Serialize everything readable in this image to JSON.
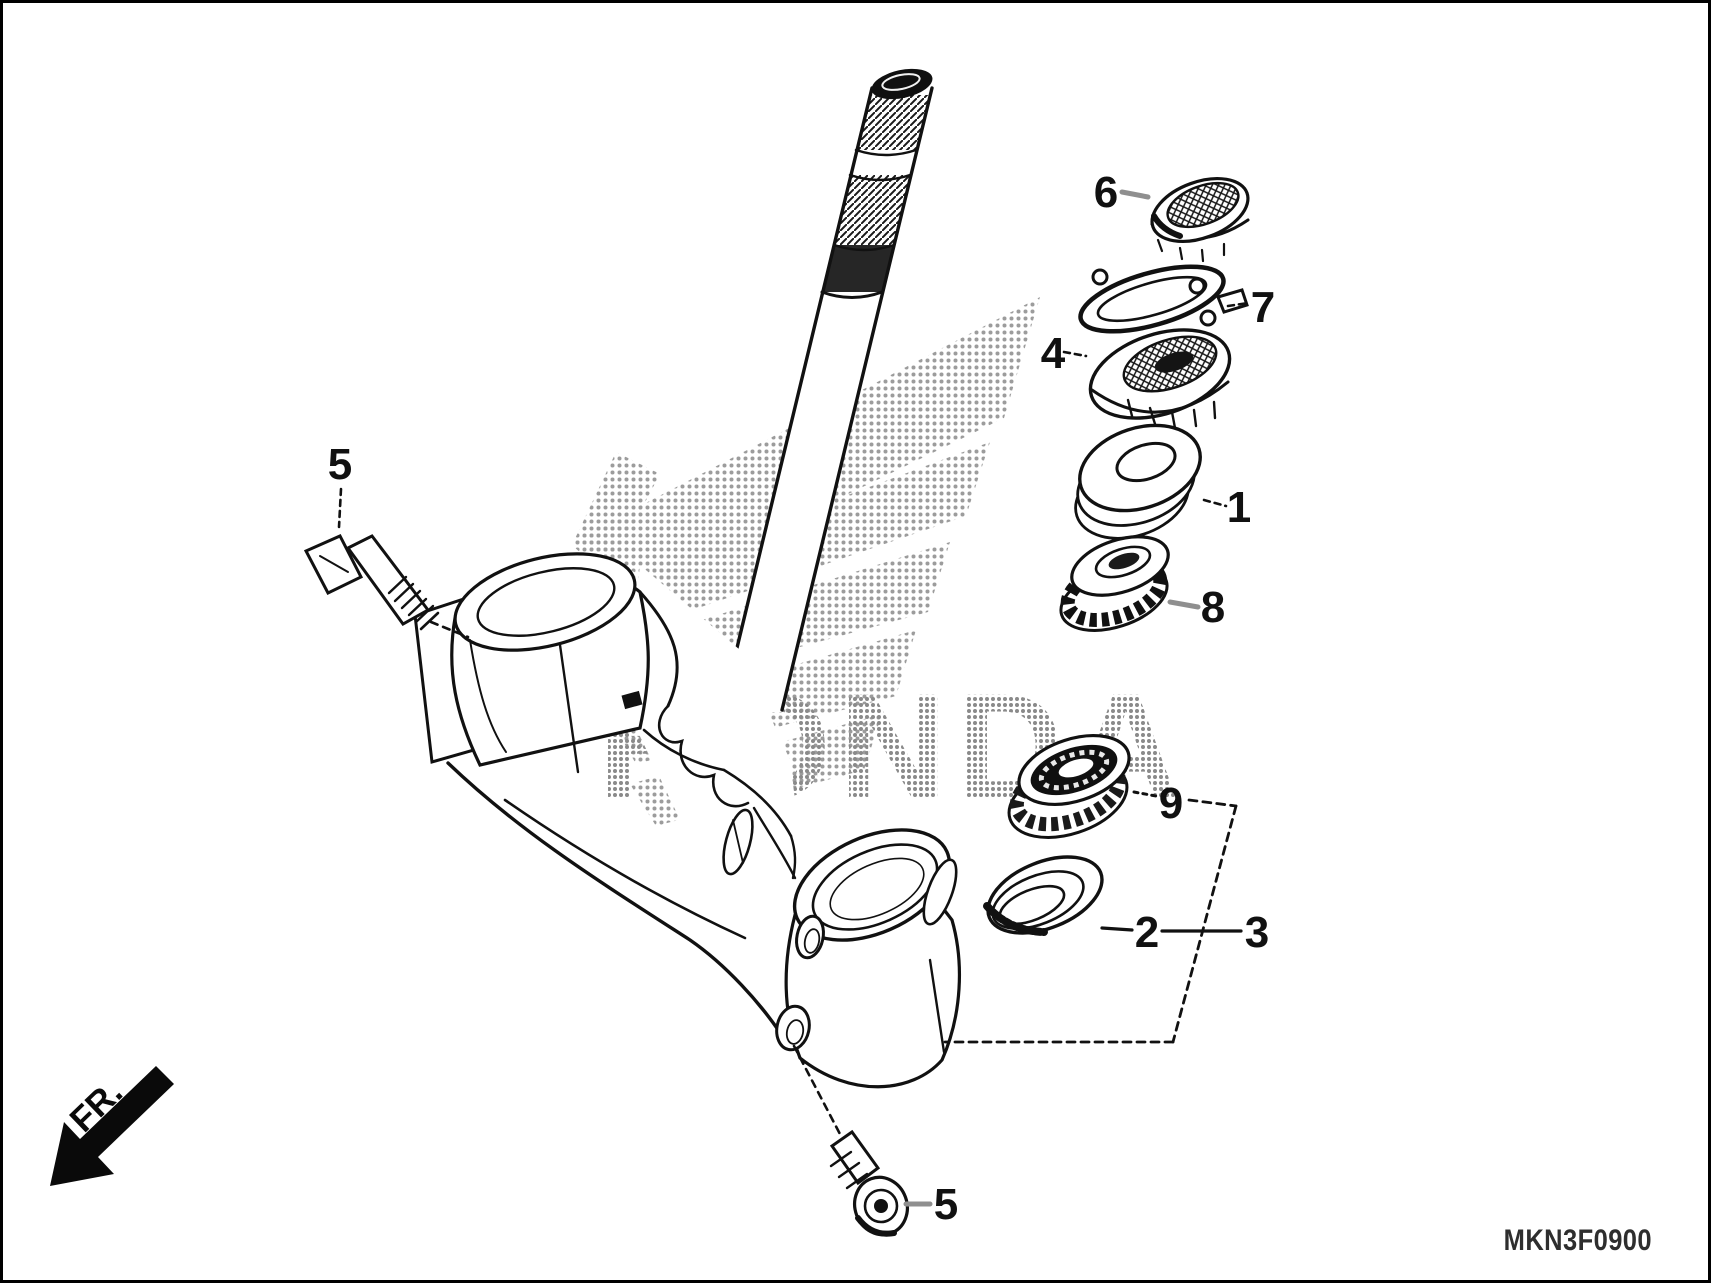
{
  "diagram": {
    "code": "MKN3F0900",
    "front_marker": "FR.",
    "watermark_brand": "HONDA"
  },
  "colors": {
    "line": "#111111",
    "leader_gray": "#8f8f8f",
    "halftone_gray": "#9c9c9c",
    "background": "#ffffff"
  },
  "callouts": [
    {
      "label": "1"
    },
    {
      "label": "2"
    },
    {
      "label": "3"
    },
    {
      "label": "4"
    },
    {
      "label": "5"
    },
    {
      "label": "5"
    },
    {
      "label": "6"
    },
    {
      "label": "7"
    },
    {
      "label": "8"
    },
    {
      "label": "9"
    }
  ]
}
